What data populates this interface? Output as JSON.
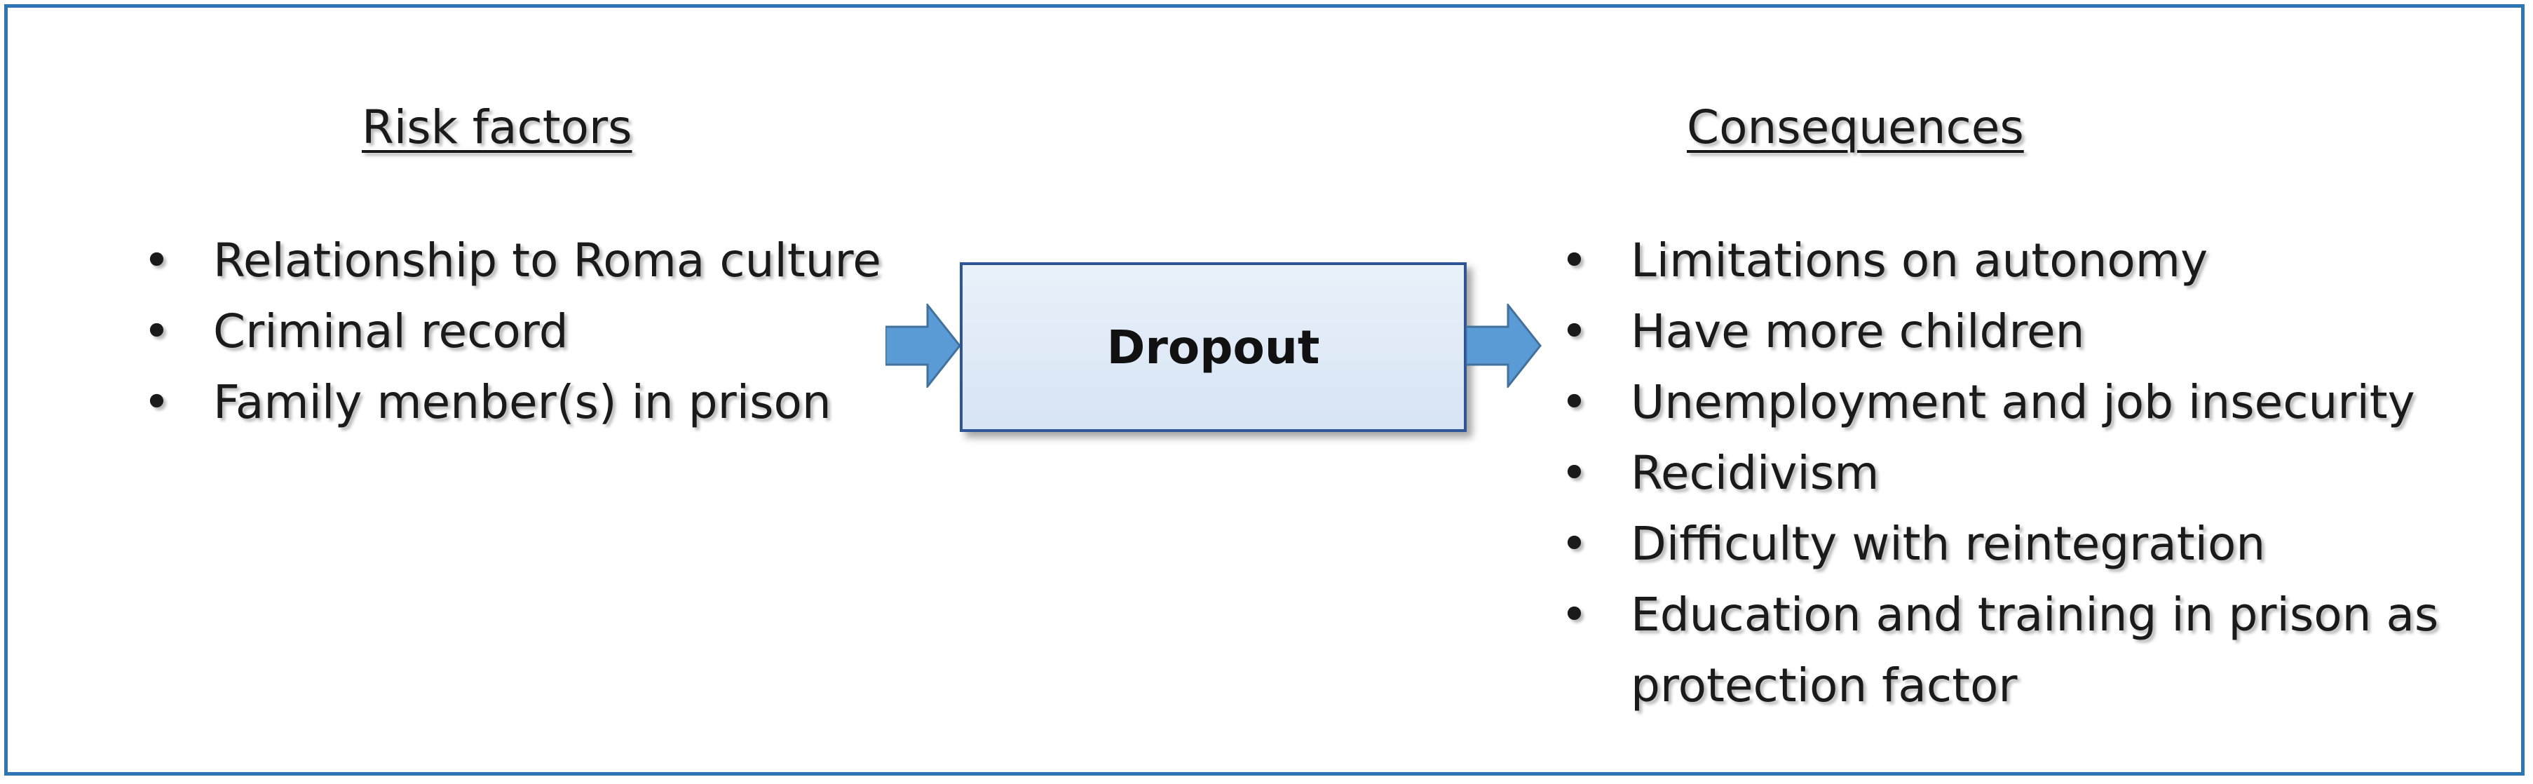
{
  "risk_factors": {
    "heading": "Risk factors",
    "items": [
      "Relationship to Roma culture",
      "Criminal record",
      "Family menber(s) in prison"
    ]
  },
  "center": {
    "label": "Dropout"
  },
  "consequences": {
    "heading": "Consequences",
    "items": [
      "Limitations on autonomy",
      "Have more children",
      "Unemployment and job insecurity",
      "Recidivism",
      "Difficulty with reintegration",
      "Education and training in prison as protection factor"
    ]
  },
  "bullet_symbol": "•",
  "colors": {
    "frame_border": "#2e75b6",
    "arrow_fill": "#5b9bd5",
    "box_border": "#2f5597",
    "box_fill": "#dae6f5"
  }
}
